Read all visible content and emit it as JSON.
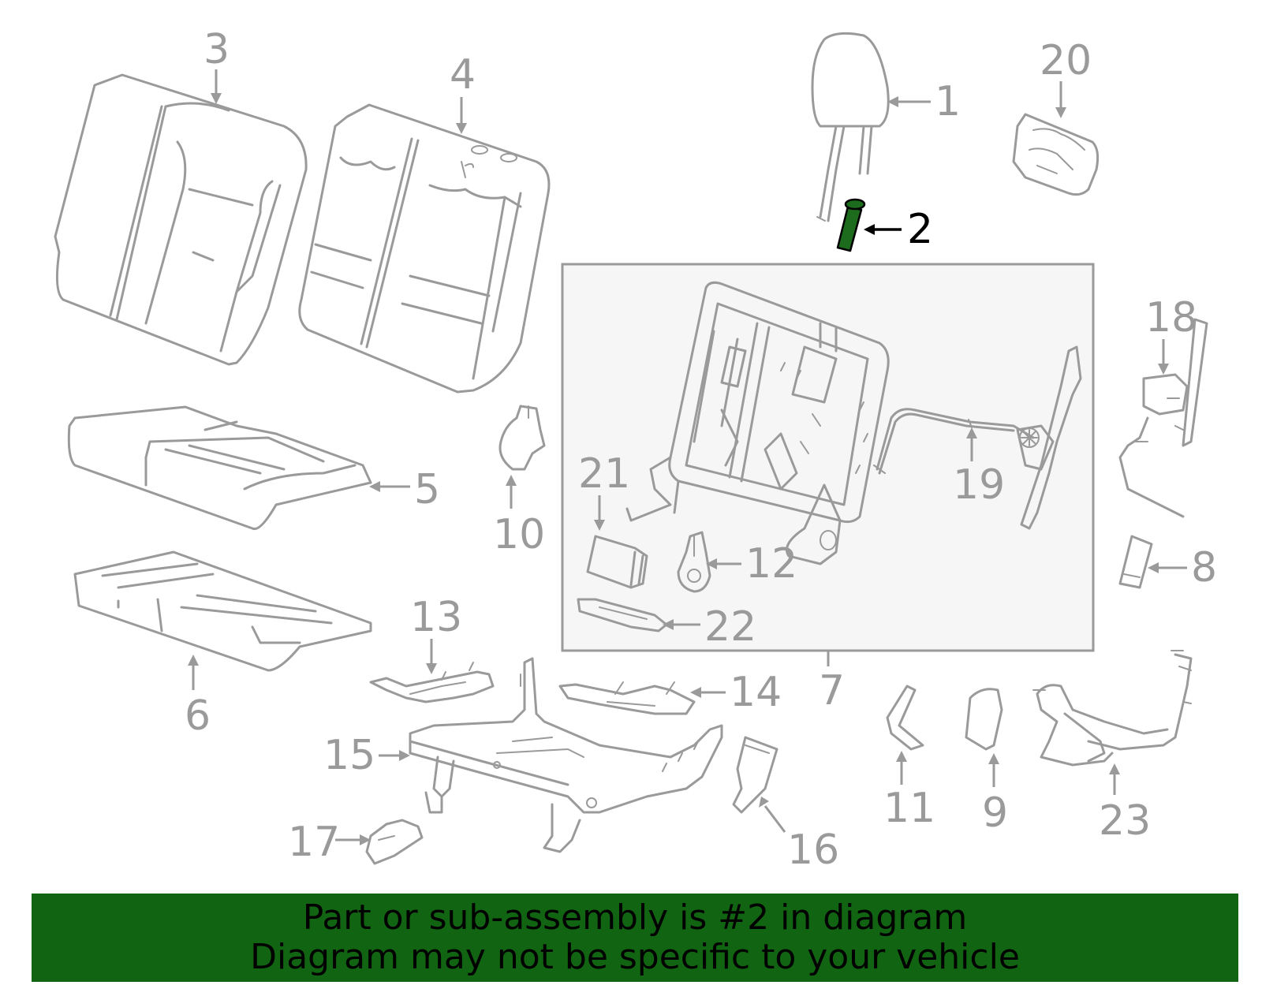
{
  "diagram": {
    "highlight_color": "#116411",
    "highlighted_part": "2",
    "callouts": {
      "c1": "1",
      "c2": "2",
      "c3": "3",
      "c4": "4",
      "c5": "5",
      "c6": "6",
      "c7": "7",
      "c8": "8",
      "c9": "9",
      "c10": "10",
      "c11": "11",
      "c12": "12",
      "c13": "13",
      "c14": "14",
      "c15": "15",
      "c16": "16",
      "c17": "17",
      "c18": "18",
      "c19": "19",
      "c20": "20",
      "c21": "21",
      "c22": "22",
      "c23": "23"
    }
  },
  "banner": {
    "line1": "Part or sub-assembly is #2 in diagram",
    "line2": "Diagram may not be specific to your vehicle"
  }
}
